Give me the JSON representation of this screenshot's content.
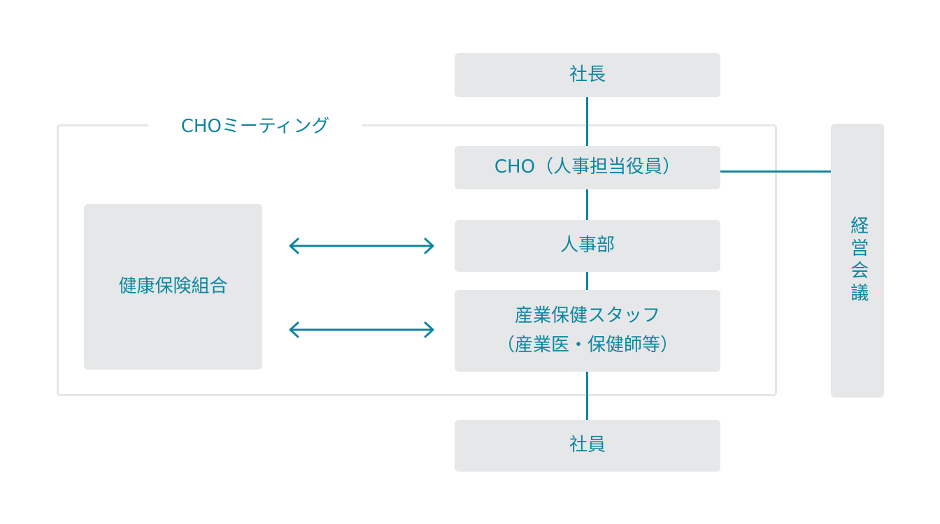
{
  "frame": {
    "label": "CHOミーティング"
  },
  "boxes": {
    "president": "社長",
    "cho": "CHO（人事担当役員）",
    "hr": "人事部",
    "health_staff_line1": "産業保健スタッフ",
    "health_staff_line2": "（産業医・保健師等）",
    "employees": "社員",
    "insurance": "健康保険組合",
    "management": "経営会議"
  },
  "colors": {
    "accent": "#0e86a0",
    "box": "#e6e7e8",
    "frame": "#e6e7e8"
  }
}
